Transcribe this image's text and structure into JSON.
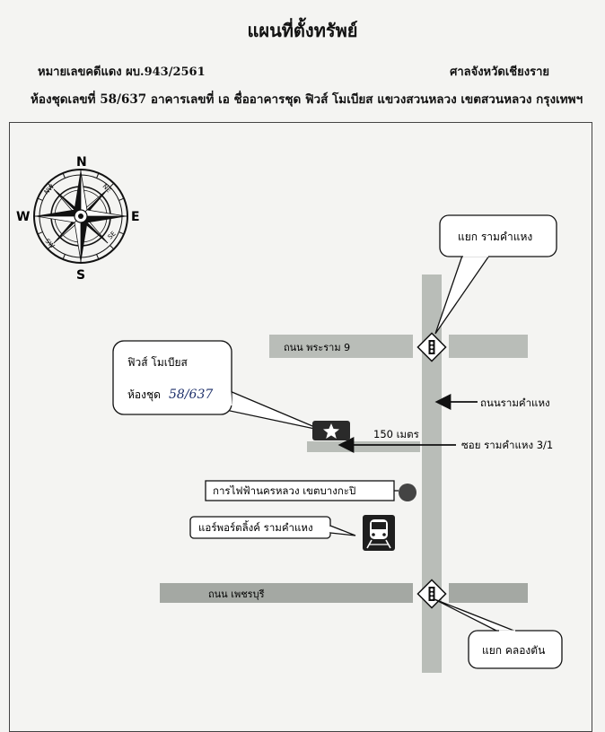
{
  "header": {
    "title": "แผนที่ตั้งทรัพย์",
    "case_number": "หมายเลขคดีแดง   ผบ.943/2561",
    "court": "ศาลจังหวัดเชียงราย",
    "unit_line": "ห้องชุดเลขที่  58/637 อาคารเลขที่ เอ ชื่ออาคารชุด  ฟิวส์ โมเบียส แขวงสวนหลวง เขตสวนหลวง กรุงเทพฯ"
  },
  "compass": {
    "north": "N",
    "south": "S",
    "east": "E",
    "west": "W",
    "ne": "NE",
    "nw": "NW",
    "se": "SE",
    "sw": "SW"
  },
  "roads": {
    "rama9": "ถนน พระราม 9",
    "ramkhamhaeng": "ถนนรามคำแหง",
    "phetchaburi": "ถนน เพชรบุรี",
    "soi": "ซอย รามคำแหง 3/1"
  },
  "callouts": {
    "ramkhamhaeng_intersection": "แยก รามคำแหง",
    "khlong_tan_intersection": "แยก คลองตัน",
    "property_name": "ฟิวส์ โมเบียส",
    "unit_label": "ห้องชุด",
    "unit_handwritten": "58/637",
    "electricity": "การไฟฟ้านครหลวง เขตบางกะปิ",
    "airport_link": "แอร์พอร์ตลิ้งค์ รามคำแหง"
  },
  "distance": "150 เมตร",
  "colors": {
    "road": "#b9bdb8",
    "road_dark": "#a4a8a3",
    "ink": "#111111",
    "paper": "#f4f4f2",
    "marker_dark": "#2a2a2a",
    "electric_dot": "#444444"
  },
  "icons": {
    "property_marker": "star-icon",
    "traffic_light": "traffic-light-icon",
    "train": "train-icon",
    "electricity": "dot-icon"
  }
}
